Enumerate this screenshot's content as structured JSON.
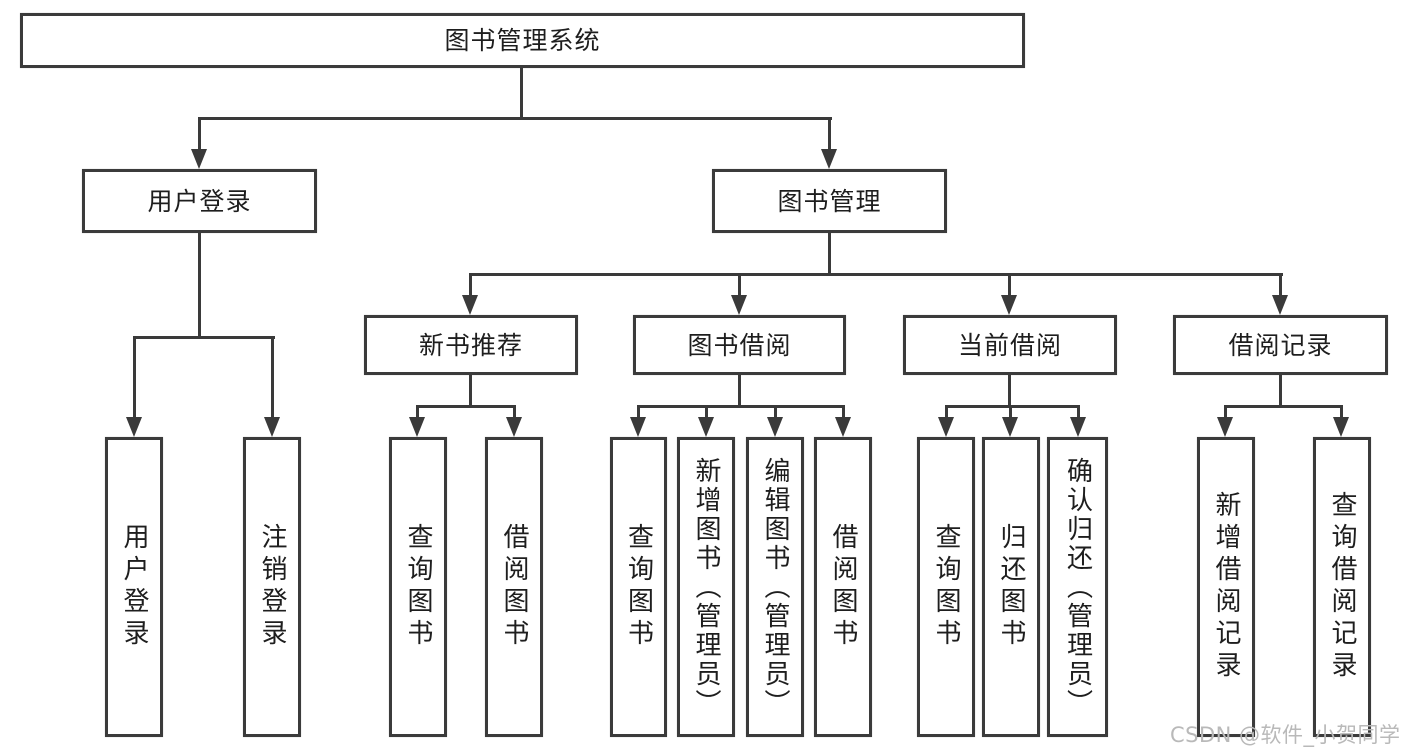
{
  "tree": {
    "label": "图书管理系统",
    "children": [
      {
        "label": "用户登录",
        "children": [
          {
            "label": "用户登录"
          },
          {
            "label": "注销登录"
          }
        ]
      },
      {
        "label": "图书管理",
        "children": [
          {
            "label": "新书推荐",
            "children": [
              {
                "label": "查询图书"
              },
              {
                "label": "借阅图书"
              }
            ]
          },
          {
            "label": "图书借阅",
            "children": [
              {
                "label": "查询图书"
              },
              {
                "label": "新增图书（管理员）"
              },
              {
                "label": "编辑图书（管理员）"
              },
              {
                "label": "借阅图书"
              }
            ]
          },
          {
            "label": "当前借阅",
            "children": [
              {
                "label": "查询图书"
              },
              {
                "label": "归还图书"
              },
              {
                "label": "确认归还（管理员）"
              }
            ]
          },
          {
            "label": "借阅记录",
            "children": [
              {
                "label": "新增借阅记录"
              },
              {
                "label": "查询借阅记录"
              }
            ]
          }
        ]
      }
    ]
  },
  "watermark": {
    "text": "CSDN @软件_小贺同学"
  },
  "colors": {
    "line": "#3a3a3a",
    "border": "#3b3b3b",
    "text": "#1e1e1e",
    "watermark": "#b9b9b9",
    "background": "#ffffff"
  }
}
